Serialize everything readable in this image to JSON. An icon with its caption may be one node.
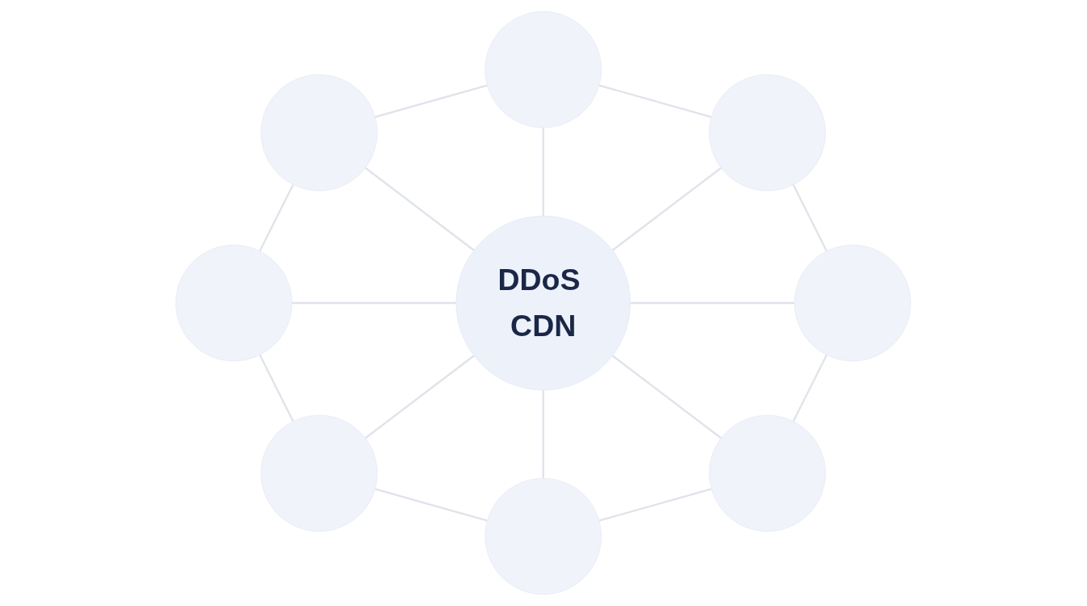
{
  "diagram": {
    "nodes": [
      {
        "text": [
          "DDoS CDN"
        ]
      },
      {
        "text": [],
        "shape": "circle"
      },
      {
        "text": [],
        "shape": "circle"
      },
      {
        "text": [],
        "shape": "circle"
      },
      {
        "text": [],
        "shape": "circle"
      },
      {
        "text": [],
        "shape": "circle"
      },
      {
        "text": [],
        "shape": "circle"
      },
      {
        "text": [],
        "shape": "circle"
      },
      {
        "text": [],
        "shape": "circle"
      }
    ],
    "edges": [
      {
        "from": 0,
        "to": 1,
        "arrow": "none"
      },
      {
        "from": 0,
        "to": 2,
        "arrow": "none"
      },
      {
        "from": 0,
        "to": 3,
        "arrow": "none"
      },
      {
        "from": 0,
        "to": 4,
        "arrow": "none"
      },
      {
        "from": 0,
        "to": 5,
        "arrow": "none"
      },
      {
        "from": 0,
        "to": 6,
        "arrow": "none"
      },
      {
        "from": 0,
        "to": 7,
        "arrow": "none"
      },
      {
        "from": 0,
        "to": 8,
        "arrow": "none"
      },
      {
        "from": 1,
        "to": 2,
        "arrow": "none"
      },
      {
        "from": 2,
        "to": 3,
        "arrow": "none"
      },
      {
        "from": 3,
        "to": 4,
        "arrow": "none"
      },
      {
        "from": 4,
        "to": 5,
        "arrow": "none"
      },
      {
        "from": 5,
        "to": 6,
        "arrow": "none"
      },
      {
        "from": 6,
        "to": 7,
        "arrow": "none"
      },
      {
        "from": 7,
        "to": 8,
        "arrow": "none"
      },
      {
        "from": 8,
        "to": 1,
        "arrow": "none"
      }
    ]
  }
}
